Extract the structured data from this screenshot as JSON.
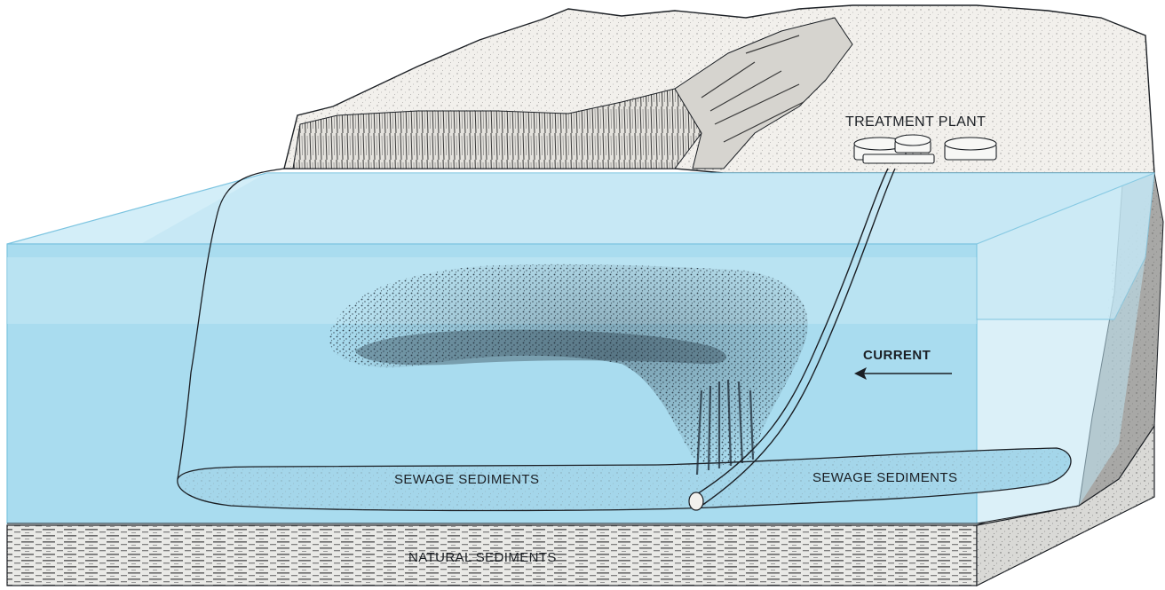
{
  "labels": {
    "treatment_plant": "TREATMENT PLANT",
    "current": "CURRENT",
    "sewage_sediments_left": "SEWAGE SEDIMENTS",
    "sewage_sediments_right": "SEWAGE SEDIMENTS",
    "natural_sediments": "NATURAL SEDIMENTS"
  },
  "colors": {
    "water_top": "#d3eef8",
    "water_body": "#a9dcef",
    "water_edge": "#7cc4e0",
    "land": "#f2f0ec",
    "ink": "#1b1f24",
    "sediment_side": "#d9d9d6",
    "cliff_side": "#a8a8a6"
  },
  "icons": {
    "current_arrow": "arrow-left-icon"
  }
}
